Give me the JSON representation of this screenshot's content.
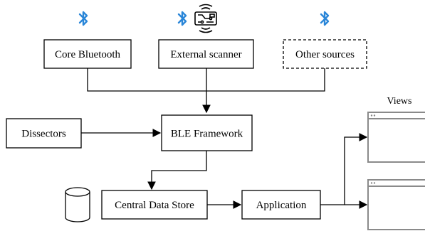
{
  "colors": {
    "bluetooth": "#2a86d8",
    "stroke": "#000000",
    "window_frame": "#8a8a8a",
    "window_bar": "#bdbdbd"
  },
  "icons": {
    "bluetooth": "bluetooth-icon",
    "scanner": "scanner-device-icon",
    "database": "database-cylinder-icon",
    "view": "app-window-icon"
  },
  "sources": {
    "core_bluetooth": "Core Bluetooth",
    "external_scanner": "External scanner",
    "other_sources": "Other sources"
  },
  "nodes": {
    "dissectors": "Dissectors",
    "ble_framework": "BLE Framework",
    "central_data_store": "Central Data Store",
    "application": "Application"
  },
  "views": {
    "label": "Views"
  }
}
